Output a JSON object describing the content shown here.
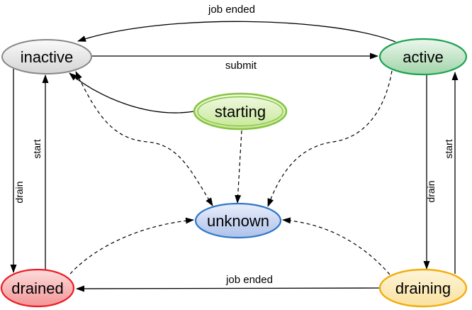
{
  "states": {
    "inactive": {
      "label": "inactive",
      "border_color": "#888888",
      "fill_top": "#fafafa",
      "fill_bottom": "#d4d4d4"
    },
    "active": {
      "label": "active",
      "border_color": "#1ba351",
      "fill_top": "#edf7ee",
      "fill_bottom": "#a0d4a8"
    },
    "starting": {
      "label": "starting",
      "border_color": "#85c440",
      "fill_top": "#f2fae6",
      "fill_bottom": "#c6e795"
    },
    "unknown": {
      "label": "unknown",
      "border_color": "#2e77c9",
      "fill_top": "#e9eefb",
      "fill_bottom": "#adc1ea"
    },
    "drained": {
      "label": "drained",
      "border_color": "#ed1c24",
      "fill_top": "#fcdcdc",
      "fill_bottom": "#f39596"
    },
    "draining": {
      "label": "draining",
      "border_color": "#f3ac0e",
      "fill_top": "#fdf5d9",
      "fill_bottom": "#fae19e"
    }
  },
  "transitions": [
    {
      "from": "active",
      "to": "inactive",
      "label": "job ended",
      "style": "solid",
      "bidirectional": false
    },
    {
      "from": "inactive",
      "to": "active",
      "label": "submit",
      "style": "solid",
      "bidirectional": false
    },
    {
      "from": "starting",
      "to": "inactive",
      "label": "",
      "style": "solid",
      "bidirectional": false
    },
    {
      "from": "inactive",
      "to": "unknown",
      "label": "",
      "style": "dashed",
      "bidirectional": true
    },
    {
      "from": "starting",
      "to": "unknown",
      "label": "",
      "style": "dashed",
      "bidirectional": false
    },
    {
      "from": "active",
      "to": "unknown",
      "label": "",
      "style": "dashed",
      "bidirectional": false
    },
    {
      "from": "drained",
      "to": "unknown",
      "label": "",
      "style": "dashed",
      "bidirectional": false
    },
    {
      "from": "draining",
      "to": "unknown",
      "label": "",
      "style": "dashed",
      "bidirectional": false
    },
    {
      "from": "inactive",
      "to": "drained",
      "label": "drain",
      "style": "solid",
      "bidirectional": false
    },
    {
      "from": "drained",
      "to": "inactive",
      "label": "start",
      "style": "solid",
      "bidirectional": false
    },
    {
      "from": "active",
      "to": "draining",
      "label": "drain",
      "style": "solid",
      "bidirectional": false
    },
    {
      "from": "draining",
      "to": "active",
      "label": "start",
      "style": "solid",
      "bidirectional": false
    },
    {
      "from": "draining",
      "to": "drained",
      "label": "job ended",
      "style": "solid",
      "bidirectional": false
    }
  ],
  "edge_color": "#000000"
}
